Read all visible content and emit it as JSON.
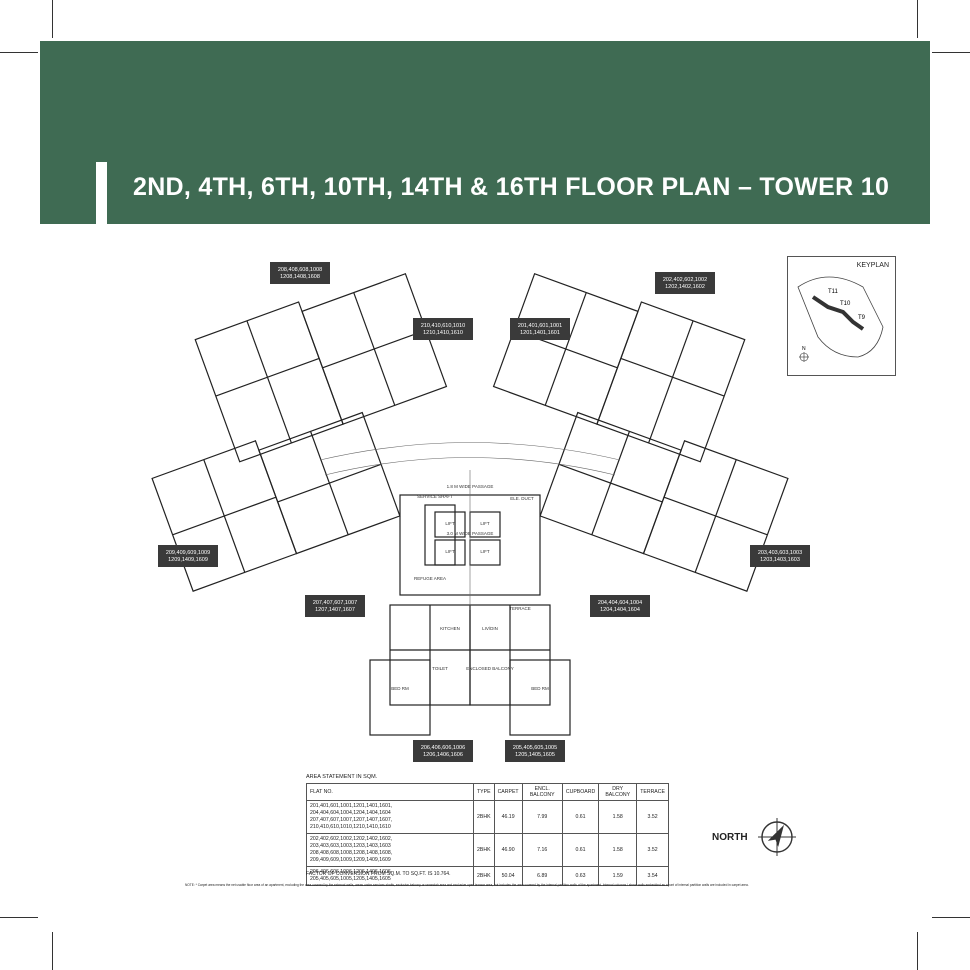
{
  "title": "2ND, 4TH, 6TH, 10TH, 14TH & 16TH FLOOR PLAN – TOWER 10",
  "keyplan": {
    "label": "KEYPLAN",
    "towers": [
      "T11",
      "T10",
      "T9"
    ],
    "north": "N"
  },
  "unit_tags": [
    "208,408,608,1008\n1208,1408,1608",
    "210,410,610,1010\n1210,1410,1610",
    "201,401,601,1001\n1201,1401,1601",
    "202,402,602,1002\n1202,1402,1602",
    "209,409,609,1009\n1209,1409,1609",
    "207,407,607,1007\n1207,1407,1607",
    "203,403,603,1003\n1203,1403,1603",
    "204,404,604,1004\n1204,1404,1604",
    "206,406,606,1006\n1206,1406,1606",
    "205,405,605,1005\n1205,1405,1605"
  ],
  "plan_labels": {
    "passage_left": "1.8 M WIDE PASSAGE",
    "passage_right": "1.8 M WIDE PASSAGE",
    "passage_top": "1.8 M WIDE PASSAGE",
    "service_shaft": "SERVICE SHAFT",
    "elec_duct": "ELE. DUCT",
    "lift": "LIFT",
    "lobby": "3.0 M WIDE PASSAGE",
    "refuge": "REFUGE AREA",
    "living": "LIV/DIN",
    "kitchen": "KITCHEN",
    "bed": "BED RM",
    "toilet": "TOILET",
    "balcony": "ENCLOSED BALCONY",
    "terrace": "TERRACE"
  },
  "area_statement": {
    "title": "AREA STATEMENT IN SQM.",
    "headers": [
      "FLAT NO.",
      "TYPE",
      "CARPET",
      "ENCL. BALCONY",
      "CUPBOARD",
      "DRY BALCONY",
      "TERRACE"
    ],
    "rows": [
      {
        "flat_line1": "201,401,601,1001,1201,1401,1601,  204,404,604,1004,1204,1404,1604",
        "flat_line2": "207,407,607,1007,1207,1407,1607,  210,410,610,1010,1210,1410,1610",
        "type": "2BHK",
        "carpet": "46.19",
        "encl_balcony": "7.99",
        "cupboard": "0.61",
        "dry_balcony": "1.58",
        "terrace": "3.52"
      },
      {
        "flat_line1": "202,402,602,1002,1202,1402,1602,  203,403,603,1003,1203,1403,1603",
        "flat_line2": "208,408,608,1008,1208,1408,1608,  209,409,609,1009,1209,1409,1609",
        "type": "2BHK",
        "carpet": "46.90",
        "encl_balcony": "7.16",
        "cupboard": "0.61",
        "dry_balcony": "1.58",
        "terrace": "3.52"
      },
      {
        "flat_line1": "206,406,606,1006,1206,1406,1606,  205,405,605,1005,1205,1405,1605",
        "flat_line2": "",
        "type": "2BHK",
        "carpet": "50.04",
        "encl_balcony": "6.89",
        "cupboard": "0.63",
        "dry_balcony": "1.59",
        "terrace": "3.54"
      }
    ],
    "factor": "FACTOR OF CONVERSION FROM SQ.M. TO SQ.FT. IS 10.764.",
    "note": "NOTE: * Carpet area means the net usable floor area of an apartment, excluding the area covered by the external walls, areas under services shafts, exclusive balcony or verandah area and exclusive open terrace area, but includes the area covered by the internal partition walls of the apartment. Internal columns / shear walls embedded as a part of internal partition walls are included in carpet area."
  },
  "north": {
    "label": "NORTH"
  },
  "colors": {
    "banner": "#3f6b53",
    "title": "#ffffff"
  }
}
